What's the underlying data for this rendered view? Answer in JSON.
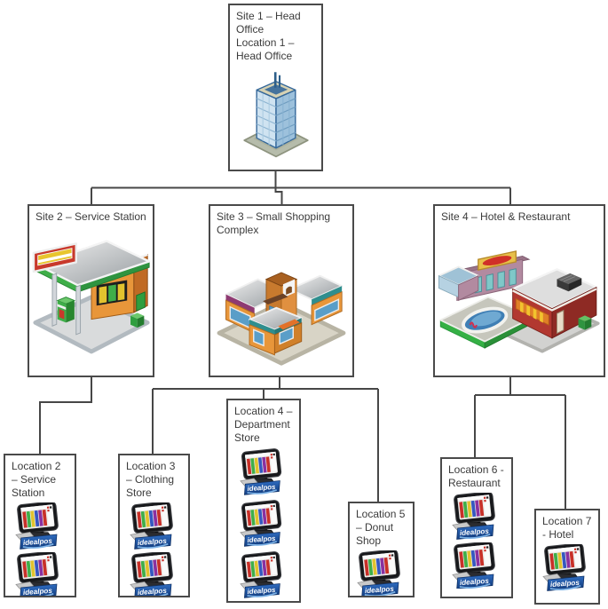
{
  "brand": {
    "name": "idealpos"
  },
  "nodes": {
    "site1": {
      "title": "Site 1 – Head Office",
      "subtitle": "Location 1 – Head Office",
      "icon": "office-building"
    },
    "site2": {
      "title": "Site 2 – Service Station",
      "icon": "service-station"
    },
    "site3": {
      "title": "Site 3 – Small Shopping Complex",
      "icon": "shopping-complex"
    },
    "site4": {
      "title": "Site 4 – Hotel & Restaurant",
      "icon": "hotel-restaurant"
    },
    "loc2": {
      "title": "Location 2 – Service Station",
      "icon": "pos-terminal",
      "terminal_count": 2
    },
    "loc3": {
      "title": "Location 3 – Clothing Store",
      "icon": "pos-terminal",
      "terminal_count": 2
    },
    "loc4": {
      "title": "Location 4 – Department Store",
      "icon": "pos-terminal",
      "terminal_count": 3
    },
    "loc5": {
      "title": "Location 5 – Donut Shop",
      "icon": "pos-terminal",
      "terminal_count": 1
    },
    "loc6": {
      "title": "Location 6 - Restaurant",
      "icon": "pos-terminal",
      "terminal_count": 2
    },
    "loc7": {
      "title": "Location 7 - Hotel",
      "icon": "pos-terminal",
      "terminal_count": 1
    }
  }
}
